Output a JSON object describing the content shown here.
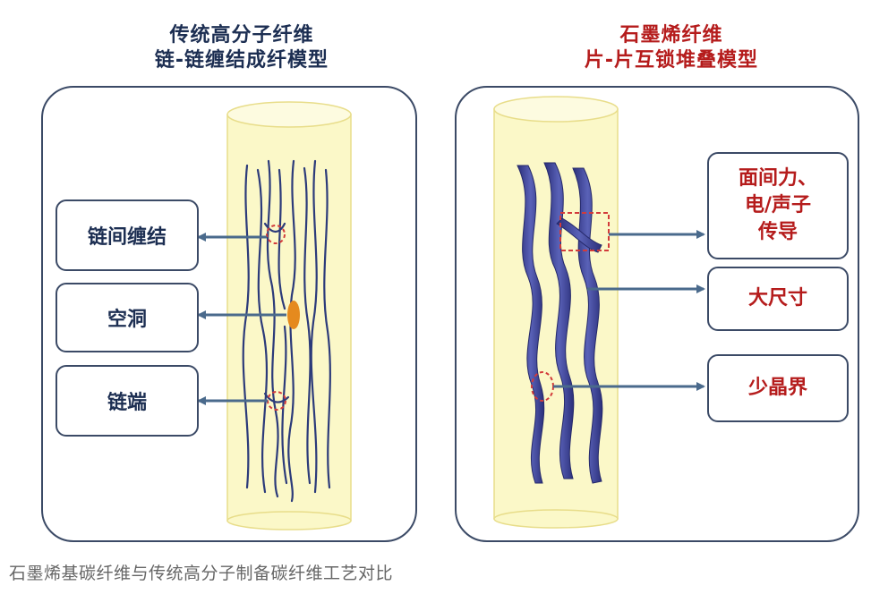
{
  "left_model": {
    "title_line1": "传统高分子纤维",
    "title_line2": "链-链缠结成纤模型",
    "labels": [
      "链间缠结",
      "空洞",
      "链端"
    ]
  },
  "right_model": {
    "title_line1": "石墨烯纤维",
    "title_line2": "片-片互锁堆叠模型",
    "labels": [
      "面间力、",
      "电/声子",
      "传导",
      "大尺寸",
      "少晶界"
    ]
  },
  "caption": "石墨烯基碳纤维与传统高分子制备碳纤维工艺对比",
  "colors": {
    "title_dark": "#1c2e52",
    "title_red": "#b51c1c",
    "panel_border": "#3b4a66",
    "cylinder_fill": "#fbf8c8",
    "cylinder_edge": "#e8dd8a",
    "arrow": "#4a6a8c",
    "chain": "#2c3b7a",
    "sheet": "#3a3f8f",
    "marker": "#d23b3b",
    "void": "#e58a1e"
  }
}
